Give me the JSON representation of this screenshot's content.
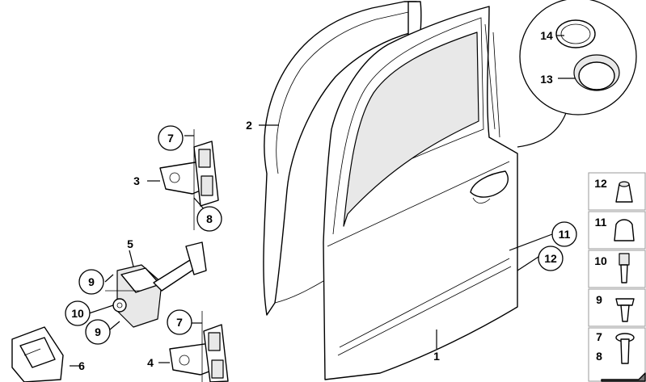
{
  "callouts": {
    "c1": "1",
    "c2": "2",
    "c3": "3",
    "c4": "4",
    "c5": "5",
    "c6": "6",
    "c7a": "7",
    "c7b": "7",
    "c8": "8",
    "c9a": "9",
    "c9b": "9",
    "c10": "10",
    "c11": "11",
    "c12": "12",
    "c13": "13",
    "c14": "14"
  },
  "side_panels": {
    "p12": "12",
    "p11": "11",
    "p10": "10",
    "p9": "9",
    "p7": "7",
    "p8": "8"
  }
}
